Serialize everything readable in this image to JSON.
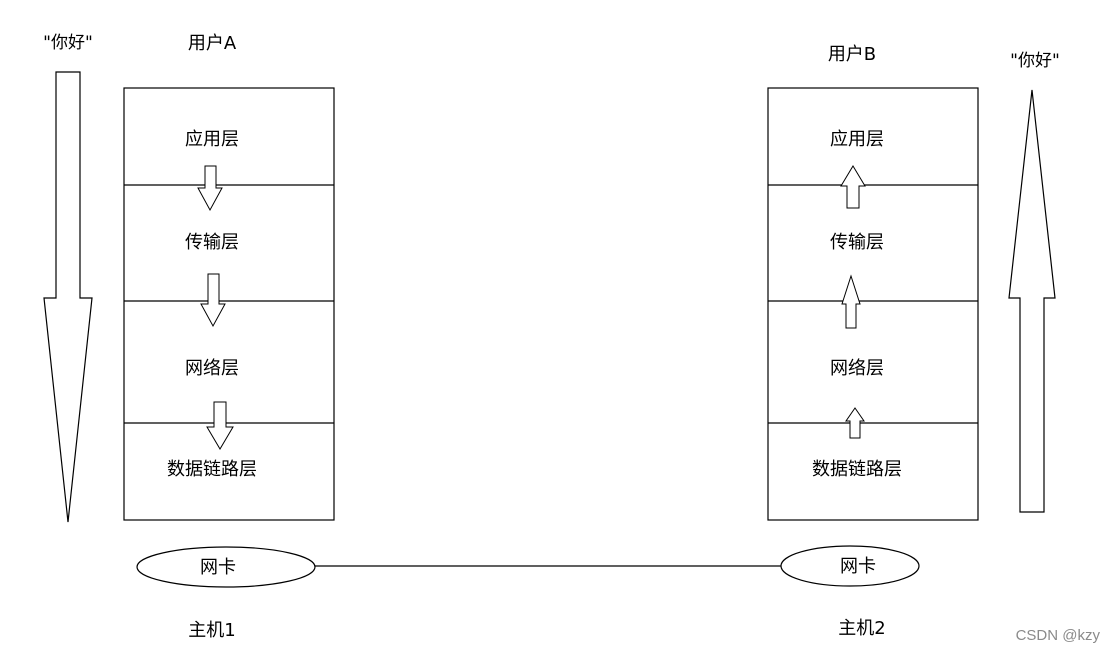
{
  "left": {
    "user": "用户A",
    "message": "\"你好\"",
    "layers": [
      "应用层",
      "传输层",
      "网络层",
      "数据链路层"
    ],
    "nic": "网卡",
    "host": "主机1"
  },
  "right": {
    "user": "用户B",
    "message": "\"你好\"",
    "layers": [
      "应用层",
      "传输层",
      "网络层",
      "数据链路层"
    ],
    "nic": "网卡",
    "host": "主机2"
  },
  "watermark": "CSDN @kzy",
  "colors": {
    "stroke": "#000000",
    "background": "#ffffff",
    "watermark": "#8a8a8a"
  }
}
